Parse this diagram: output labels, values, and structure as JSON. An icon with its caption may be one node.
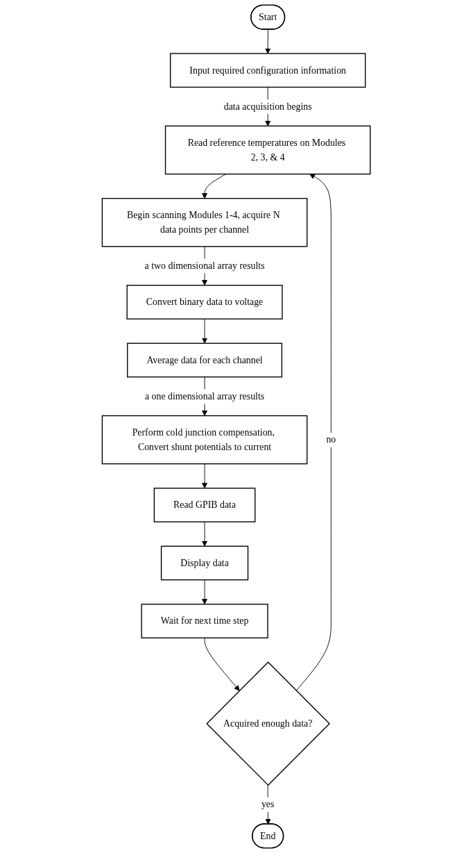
{
  "diagram": {
    "nodes": [
      {
        "text": [
          "Start"
        ]
      },
      {
        "text": [
          "Input required configuration information"
        ]
      },
      {
        "text": [
          "Read reference temperatures on Modules 2, 3, & 4"
        ]
      },
      {
        "text": [
          "Begin scanning Modules 1-4, acquire N data points per channel"
        ]
      },
      {
        "text": [
          "Convert binary data to voltage"
        ]
      },
      {
        "text": [
          "Average data for each channel"
        ]
      },
      {
        "text": [
          "Perform cold junction compensation, Convert shunt potentials to current"
        ]
      },
      {
        "text": [
          "Read GPIB data"
        ]
      },
      {
        "text": [
          "Display data"
        ]
      },
      {
        "text": [
          "Wait for next time step"
        ]
      },
      {
        "text": [
          "Acquired enough data?"
        ]
      },
      {
        "text": [
          "End"
        ]
      }
    ],
    "edges": [
      {
        "from": 0,
        "to": 1,
        "arrow": "to"
      },
      {
        "from": 1,
        "to": 2,
        "arrow": "to",
        "label": "data acquisition begins"
      },
      {
        "from": 2,
        "to": 3,
        "arrow": "to"
      },
      {
        "from": 3,
        "to": 4,
        "arrow": "to",
        "label": "a two dimensional array results"
      },
      {
        "from": 4,
        "to": 5,
        "arrow": "to"
      },
      {
        "from": 5,
        "to": 6,
        "arrow": "to",
        "label": "a one dimensional array results"
      },
      {
        "from": 6,
        "to": 7,
        "arrow": "to"
      },
      {
        "from": 7,
        "to": 8,
        "arrow": "to"
      },
      {
        "from": 8,
        "to": 9,
        "arrow": "to"
      },
      {
        "from": 9,
        "to": 10,
        "arrow": "to"
      },
      {
        "from": 10,
        "to": 2,
        "arrow": "to",
        "label": "no"
      },
      {
        "from": 10,
        "to": 11,
        "arrow": "to",
        "label": "yes"
      }
    ]
  }
}
